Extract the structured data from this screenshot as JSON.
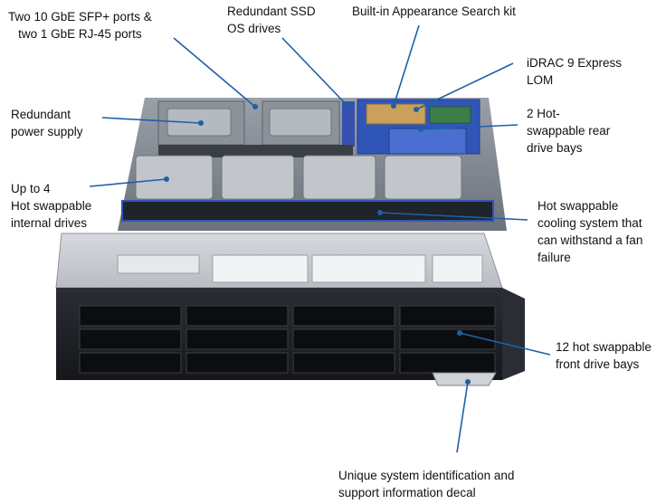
{
  "callouts": {
    "sfp_ports": "Two 10 GbE SFP+ ports &\ntwo 1 GbE RJ-45 ports",
    "ssd_drives": "Redundant SSD\nOS drives",
    "appearance_kit": "Built-in Appearance Search kit",
    "idrac": "iDRAC 9 Express\nLOM",
    "power_supply": "Redundant\npower supply",
    "rear_bays": "2 Hot-\nswappable rear\ndrive bays",
    "internal_drives": "Up to 4\nHot swappable\ninternal drives",
    "cooling": "Hot swappable\ncooling system that\ncan withstand a fan\nfailure",
    "front_bays": "12 hot swappable\nfront drive bays",
    "decal": "Unique system identification and\nsupport information decal"
  },
  "colors": {
    "leader": "#1f5fa8",
    "chassis_dark": "#1d1f24",
    "chassis_panel": "#c9ccd1",
    "accent_blue": "#2f55b8"
  }
}
